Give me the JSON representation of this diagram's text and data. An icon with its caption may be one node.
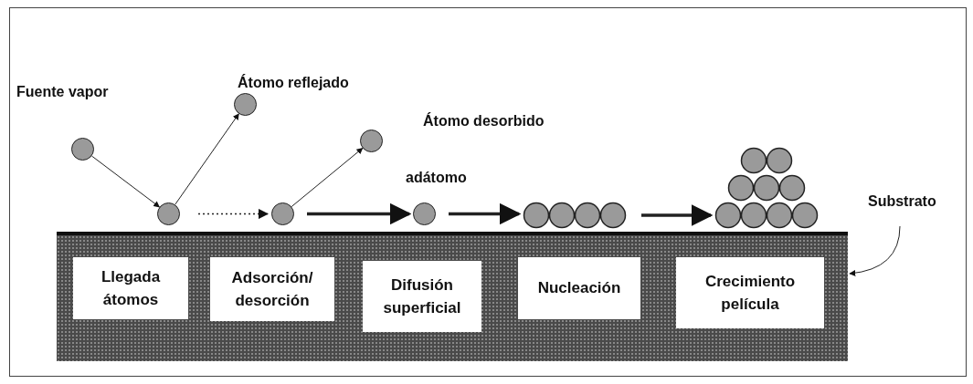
{
  "diagram": {
    "nodes": [
      {
        "text": [],
        "shape": "circle",
        "beside": [
          "Fuente vapor"
        ]
      },
      {
        "text": [],
        "shape": "circle",
        "beside": [
          "Átomo reflejado"
        ]
      },
      {
        "text": [],
        "shape": "circle",
        "beside": [
          "Átomo desorbido"
        ]
      },
      {
        "text": [],
        "shape": "circle"
      },
      {
        "text": [],
        "shape": "circle"
      },
      {
        "text": [],
        "shape": "circle",
        "beside": [
          "adátomo"
        ]
      },
      {
        "text": [],
        "shape": "picture"
      },
      {
        "text": [],
        "shape": "picture"
      },
      {
        "text": [
          "Substrato"
        ]
      },
      {
        "text": [],
        "shape": "bar"
      },
      {
        "text": [
          "Llegada átomos"
        ],
        "in": 9
      },
      {
        "text": [
          "Adsorción/ desorción"
        ],
        "in": 9
      },
      {
        "text": [
          "Difusión superficial"
        ],
        "in": 9
      },
      {
        "text": [
          "Nucleación"
        ],
        "in": 9
      },
      {
        "text": [
          "Crecimiento película"
        ],
        "in": 9
      }
    ],
    "edges": [
      {
        "from": 0,
        "to": 3,
        "arrow": "to"
      },
      {
        "from": 3,
        "to": 1,
        "arrow": "to"
      },
      {
        "from": 3,
        "to": 4,
        "arrow": "to",
        "style": "dashed"
      },
      {
        "from": 4,
        "to": 2,
        "arrow": "to"
      },
      {
        "from": 4,
        "to": 5,
        "arrow": "to",
        "style": "thick"
      },
      {
        "from": 5,
        "to": 6,
        "arrow": "to",
        "style": "thick"
      },
      {
        "from": 6,
        "to": 7,
        "arrow": "to",
        "style": "thick"
      },
      {
        "from": 8,
        "to": 9,
        "arrow": "to"
      }
    ]
  }
}
